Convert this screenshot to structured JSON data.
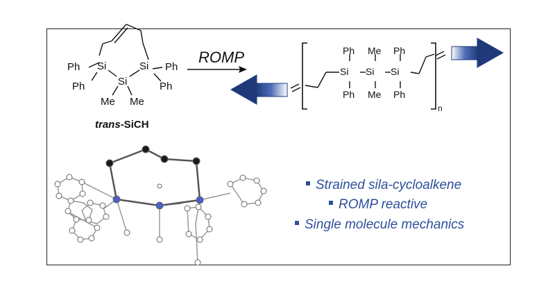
{
  "molecule": {
    "atoms": {
      "si": "Si",
      "ph": "Ph",
      "me": "Me"
    },
    "name_prefix": "trans",
    "name_suffix": "-SiCH"
  },
  "reaction": {
    "arrow_label": "ROMP"
  },
  "polymer": {
    "repeat_subscript": "n"
  },
  "features": [
    "Strained sila-cycloalkene",
    "ROMP reactive",
    "Single molecule mechanics"
  ],
  "colors": {
    "text": "#111111",
    "accent_blue": "#2d4f9a",
    "arrow_dark": "#1f3a7a",
    "nitrogen_like_atom": "#4a5fc8",
    "carbon_atom": "#1a1a1a"
  }
}
